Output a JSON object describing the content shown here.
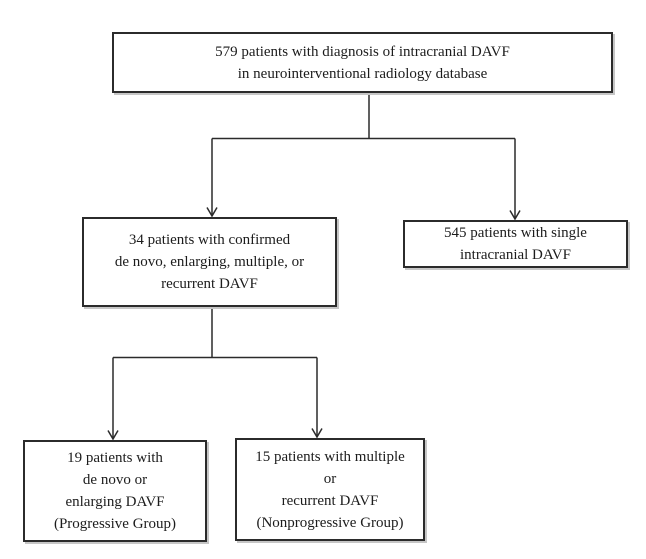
{
  "diagram": {
    "type": "flowchart",
    "background_color": "#ffffff",
    "box_border_color": "#2b2b2b",
    "box_shadow_color": "#c6c6c6",
    "line_color": "#2b2b2b",
    "text_color": "#1c1c1c",
    "nodes": {
      "total": {
        "lines": [
          "579 patients with diagnosis of intracranial DAVF",
          "in neurointerventional radiology database"
        ]
      },
      "confirmed": {
        "lines": [
          "34 patients with confirmed",
          "de novo, enlarging, multiple, or",
          "recurrent DAVF"
        ]
      },
      "single": {
        "lines": [
          "545 patients with single",
          "intracranial DAVF"
        ]
      },
      "progressive": {
        "lines": [
          "19 patients with",
          "de novo or",
          "enlarging DAVF",
          "(Progressive Group)"
        ]
      },
      "nonprogressive": {
        "lines": [
          "15 patients with multiple",
          "or",
          "recurrent DAVF",
          "(Nonprogressive Group)"
        ]
      }
    },
    "edges": [
      {
        "from": "total",
        "to": "confirmed"
      },
      {
        "from": "total",
        "to": "single"
      },
      {
        "from": "confirmed",
        "to": "progressive"
      },
      {
        "from": "confirmed",
        "to": "nonprogressive"
      }
    ]
  }
}
